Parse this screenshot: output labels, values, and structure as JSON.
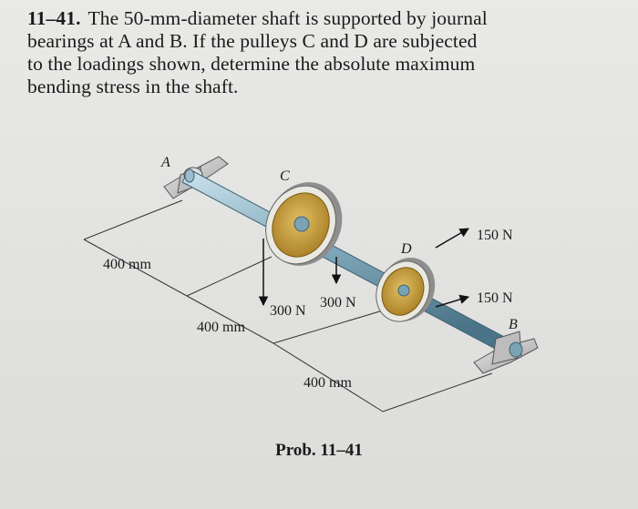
{
  "problem": {
    "number": "11–41.",
    "text_lines": [
      "The 50-mm-diameter shaft is supported by journal",
      "bearings at A and B. If the pulleys C and D are subjected",
      "to the loadings shown, determine the absolute maximum",
      "bending stress in the shaft."
    ]
  },
  "figure": {
    "labels": {
      "A": "A",
      "B": "B",
      "C": "C",
      "D": "D"
    },
    "dimensions": {
      "dim1": "400 mm",
      "dim2": "400 mm",
      "dim3": "400 mm"
    },
    "forces": {
      "c_left": "300 N",
      "c_right": "300 N",
      "d_top": "150 N",
      "d_bottom": "150 N"
    },
    "caption": "Prob. 11–41"
  }
}
